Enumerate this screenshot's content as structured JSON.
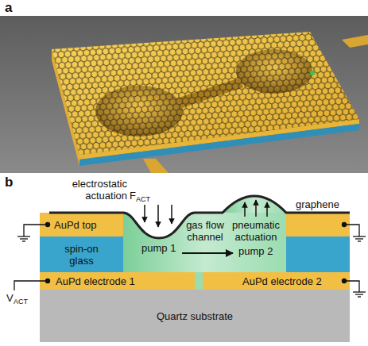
{
  "diagram": {
    "nodes": [
      {
        "text": [
          "AuPd top"
        ]
      },
      {
        "text": [
          "spin-on glass"
        ]
      },
      {
        "text": [
          "AuPd electrode 1"
        ]
      },
      {
        "text": [
          "AuPd electrode 2"
        ]
      },
      {
        "text": [
          "Quartz substrate"
        ]
      }
    ],
    "labels": [
      "a",
      "b",
      "electrostatic actuation",
      "F",
      "ACT",
      "pump 1",
      "gas flow channel",
      "pneumatic actuation",
      "pump 2",
      "graphene",
      "V",
      "ACT"
    ]
  }
}
